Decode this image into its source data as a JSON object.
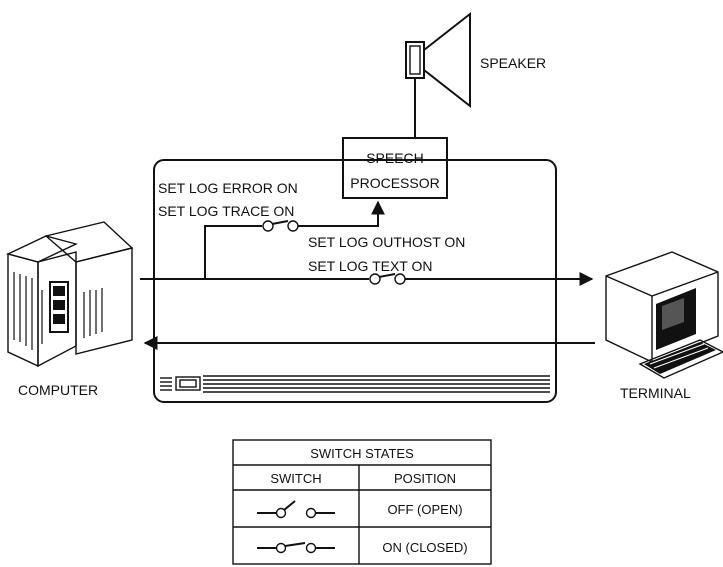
{
  "speaker": {
    "label": "SPEAKER"
  },
  "speech_processor": {
    "line1": "SPEECH",
    "line2": "PROCESSOR"
  },
  "commands": {
    "log_error": "SET LOG ERROR ON",
    "log_trace": "SET LOG TRACE ON",
    "log_outhost": "SET LOG OUTHOST ON",
    "log_text": "SET LOG TEXT ON"
  },
  "computer": {
    "label": "COMPUTER"
  },
  "terminal": {
    "label": "TERMINAL"
  },
  "switch_table": {
    "title": "SWITCH STATES",
    "headers": [
      "SWITCH",
      "POSITION"
    ],
    "rows": [
      {
        "state": "open",
        "position": "OFF (OPEN)"
      },
      {
        "state": "closed",
        "position": "ON (CLOSED)"
      }
    ]
  }
}
